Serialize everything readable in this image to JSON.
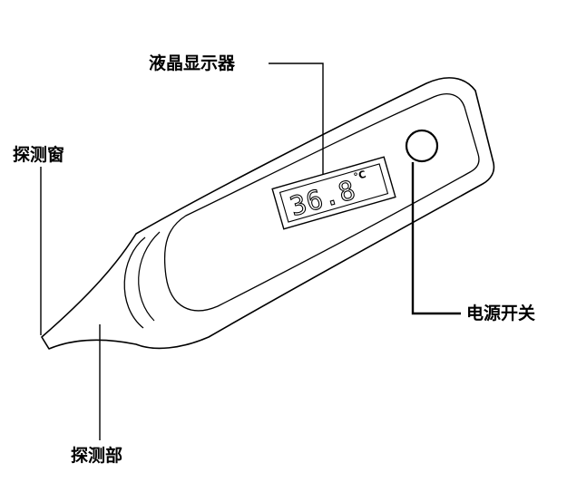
{
  "labels": {
    "lcd_display": "液晶显示器",
    "detection_window": "探测窗",
    "power_switch": "电源开关",
    "detection_part": "探测部"
  },
  "display": {
    "reading": "36.8",
    "unit": "°C"
  },
  "colors": {
    "outline": "#000000",
    "background": "#ffffff"
  }
}
